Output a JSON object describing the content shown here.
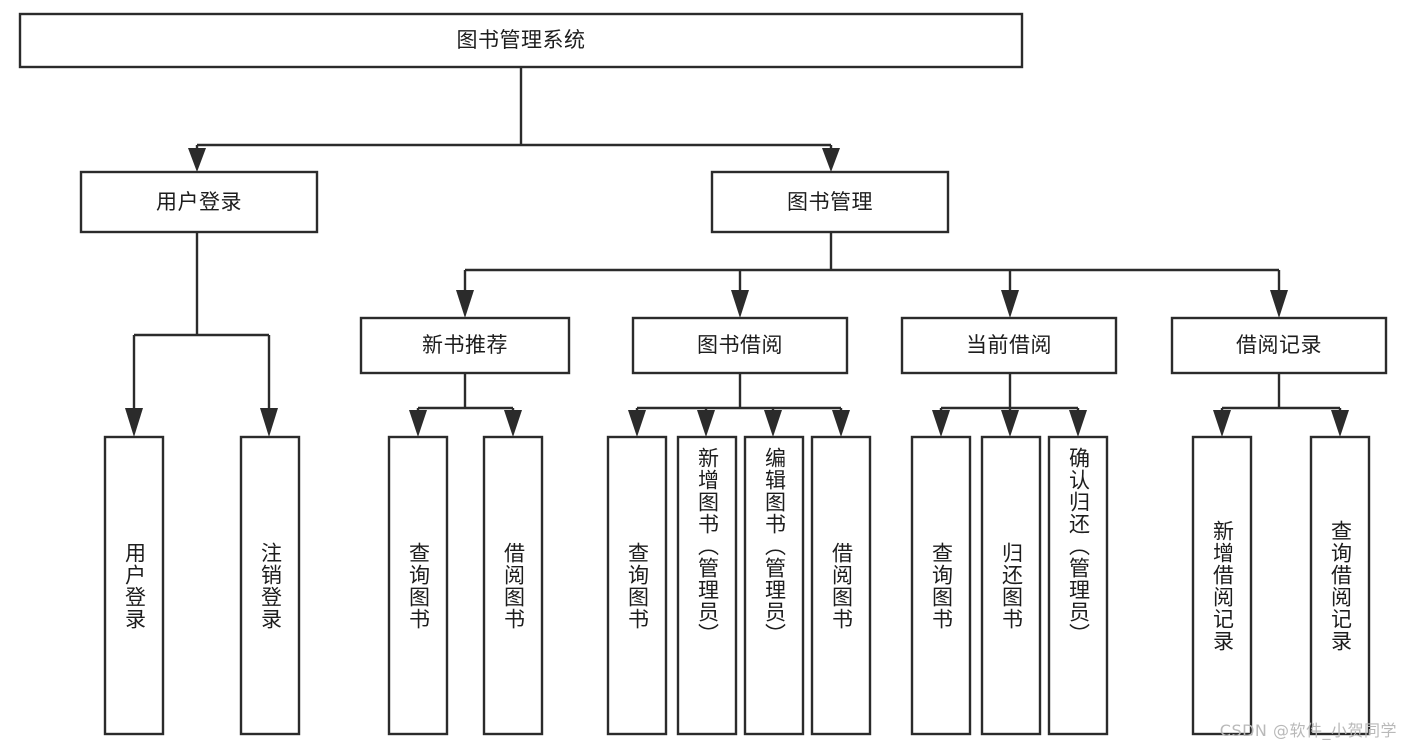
{
  "diagram": {
    "type": "tree-hierarchy-chart",
    "title": "图书管理系统",
    "orientation": "top-down",
    "background_color": "#ffffff",
    "line_color": "#2b2b2b",
    "text_color": "#1d1d1d",
    "levels": 4,
    "nodes": {
      "root": {
        "label": "图书管理系统",
        "text_direction": "horizontal"
      },
      "level2": [
        {
          "id": "user-login",
          "label": "用户登录",
          "text_direction": "horizontal"
        },
        {
          "id": "book-management",
          "label": "图书管理",
          "text_direction": "horizontal"
        }
      ],
      "level3": [
        {
          "id": "new-book-recommend",
          "label": "新书推荐",
          "text_direction": "horizontal"
        },
        {
          "id": "book-borrow",
          "label": "图书借阅",
          "text_direction": "horizontal"
        },
        {
          "id": "current-borrow",
          "label": "当前借阅",
          "text_direction": "horizontal"
        },
        {
          "id": "borrow-record",
          "label": "借阅记录",
          "text_direction": "horizontal"
        }
      ],
      "level4": [
        {
          "id": "leaf-user-login",
          "label": "用户登录",
          "parent": "user-login",
          "text_direction": "vertical"
        },
        {
          "id": "leaf-logout",
          "label": "注销登录",
          "parent": "user-login",
          "text_direction": "vertical"
        },
        {
          "id": "leaf-query-book-1",
          "label": "查询图书",
          "parent": "new-book-recommend",
          "text_direction": "vertical"
        },
        {
          "id": "leaf-borrow-book-1",
          "label": "借阅图书",
          "parent": "new-book-recommend",
          "text_direction": "vertical"
        },
        {
          "id": "leaf-query-book-2",
          "label": "查询图书",
          "parent": "book-borrow",
          "text_direction": "vertical"
        },
        {
          "id": "leaf-add-book",
          "label": "新增图书（管理员）",
          "parent": "book-borrow",
          "text_direction": "vertical"
        },
        {
          "id": "leaf-edit-book",
          "label": "编辑图书（管理员）",
          "parent": "book-borrow",
          "text_direction": "vertical"
        },
        {
          "id": "leaf-borrow-book-2",
          "label": "借阅图书",
          "parent": "book-borrow",
          "text_direction": "vertical"
        },
        {
          "id": "leaf-query-book-3",
          "label": "查询图书",
          "parent": "current-borrow",
          "text_direction": "vertical"
        },
        {
          "id": "leaf-return-book",
          "label": "归还图书",
          "parent": "current-borrow",
          "text_direction": "vertical"
        },
        {
          "id": "leaf-confirm-return",
          "label": "确认归还（管理员）",
          "parent": "current-borrow",
          "text_direction": "vertical"
        },
        {
          "id": "leaf-add-record",
          "label": "新增借阅记录",
          "parent": "borrow-record",
          "text_direction": "vertical"
        },
        {
          "id": "leaf-query-record",
          "label": "查询借阅记录",
          "parent": "borrow-record",
          "text_direction": "vertical"
        }
      ]
    }
  },
  "watermark": {
    "text": "CSDN @软件_小贺同学"
  }
}
